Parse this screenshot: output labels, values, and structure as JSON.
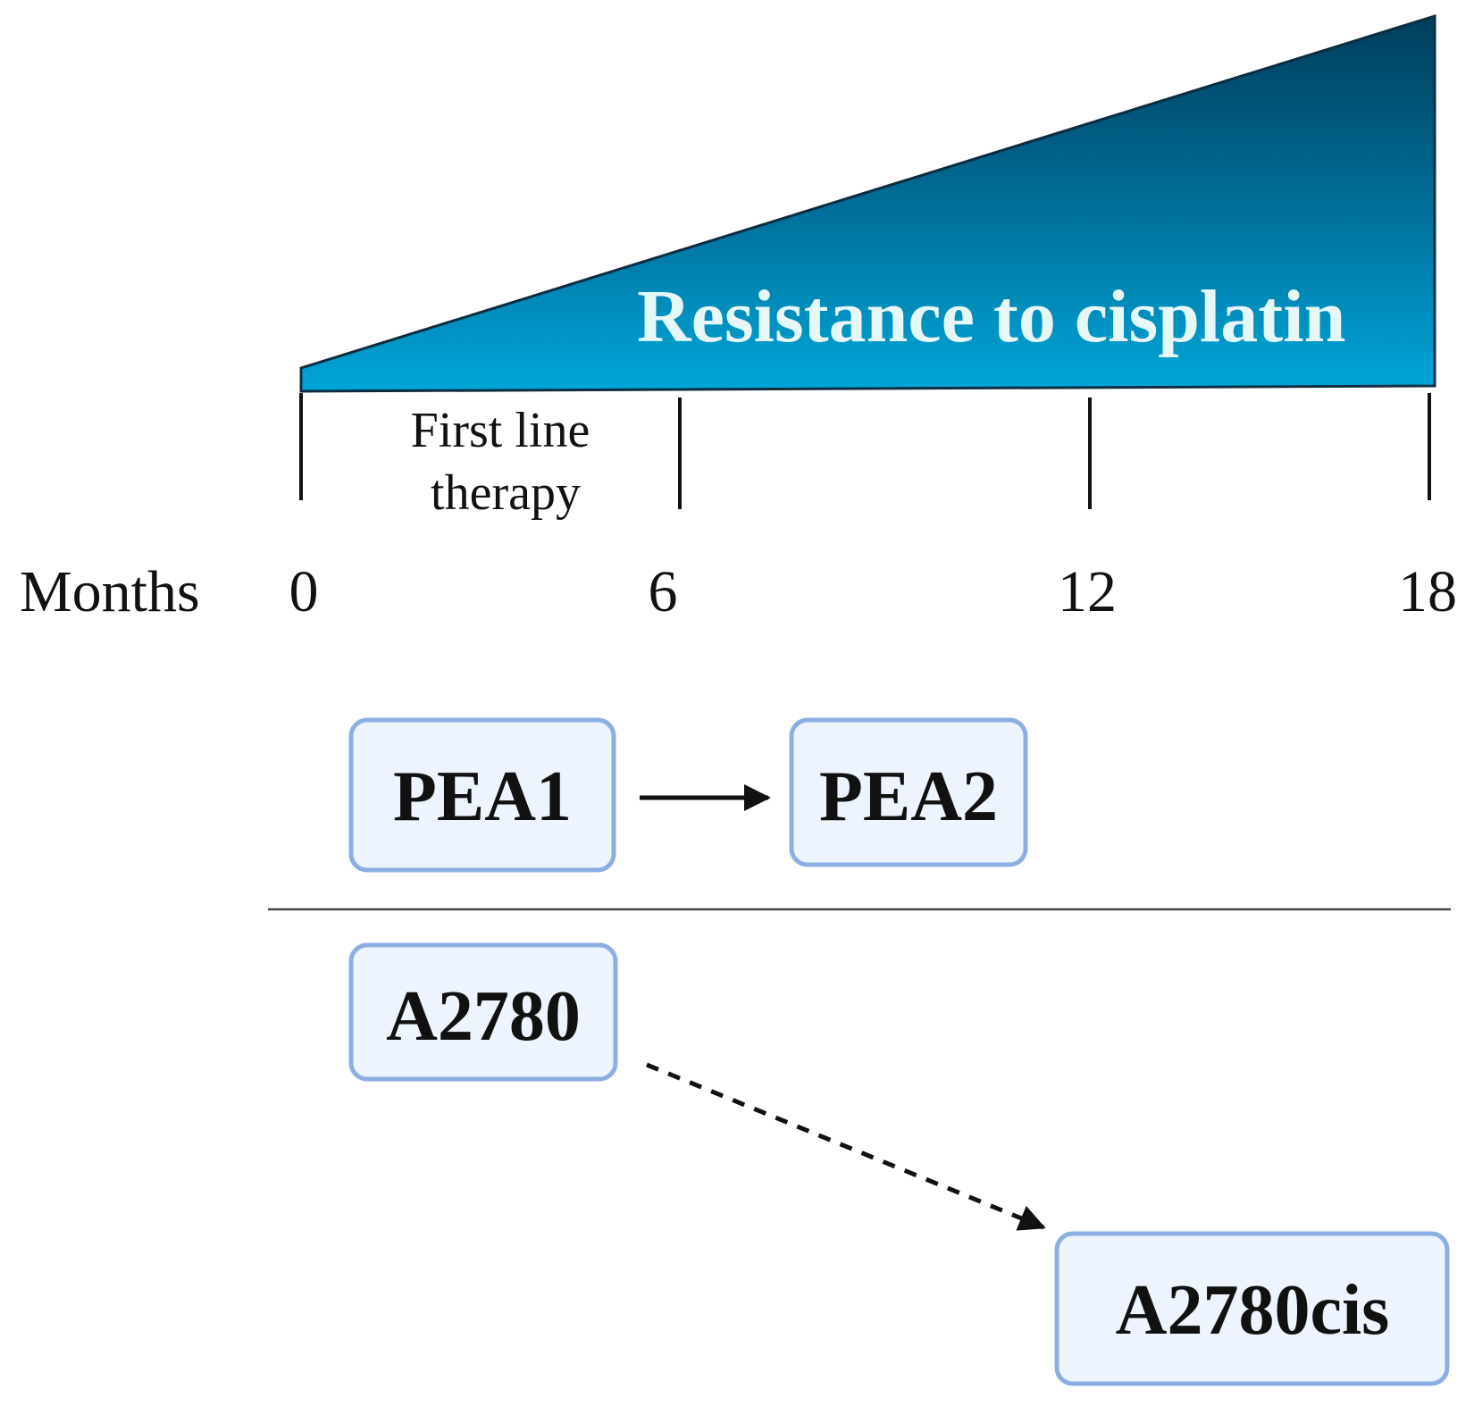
{
  "resistance_label": "Resistance to cisplatin",
  "timeline": {
    "axis_label": "Months",
    "ticks": [
      {
        "value": 0,
        "label": "0"
      },
      {
        "value": 6,
        "label": "6"
      },
      {
        "value": 12,
        "label": "12"
      },
      {
        "value": 18,
        "label": "18"
      }
    ],
    "phase_label_line1": "First line",
    "phase_label_line2": "therapy"
  },
  "cell_lines": {
    "pea1": "PEA1",
    "pea2": "PEA2",
    "a2780": "A2780",
    "a2780cis": "A2780cis"
  },
  "colors": {
    "triangle_top": "#003e5c",
    "triangle_bottom": "#00a6d9",
    "box_fill": "#edf4fd",
    "box_border": "#8cafe3"
  }
}
